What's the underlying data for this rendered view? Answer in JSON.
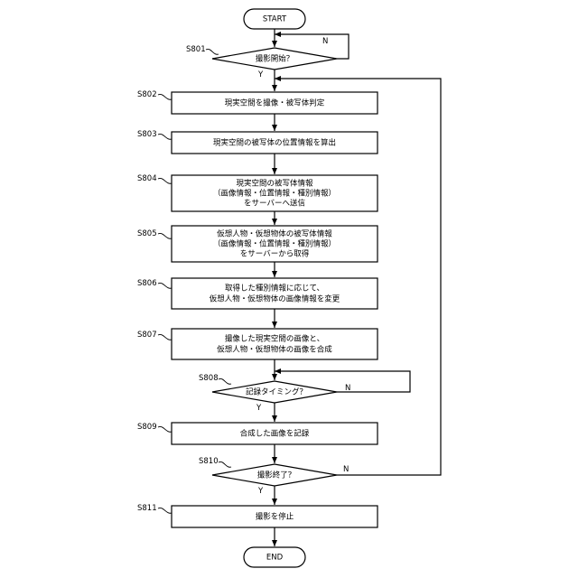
{
  "terminals": {
    "start": "START",
    "end": "END"
  },
  "steps": [
    {
      "label": "S801",
      "kind": "decision",
      "lines": [
        "撮影開始？"
      ],
      "yes": "Y",
      "no": "N"
    },
    {
      "label": "S802",
      "kind": "process",
      "lines": [
        "現実空間を撮像・被写体判定"
      ]
    },
    {
      "label": "S803",
      "kind": "process",
      "lines": [
        "現実空間の被写体の位置情報を算出"
      ]
    },
    {
      "label": "S804",
      "kind": "process",
      "lines": [
        "現実空間の被写体情報",
        "（画像情報・位置情報・種別情報）",
        "をサーバーへ送信"
      ]
    },
    {
      "label": "S805",
      "kind": "process",
      "lines": [
        "仮想人物・仮想物体の被写体情報",
        "（画像情報・位置情報・種別情報）",
        "をサーバーから取得"
      ]
    },
    {
      "label": "S806",
      "kind": "process",
      "lines": [
        "取得した種別情報に応じて、",
        "仮想人物・仮想物体の画像情報を変更"
      ]
    },
    {
      "label": "S807",
      "kind": "process",
      "lines": [
        "撮像した現実空間の画像と、",
        "仮想人物・仮想物体の画像を合成"
      ]
    },
    {
      "label": "S808",
      "kind": "decision",
      "lines": [
        "記録タイミング？"
      ],
      "yes": "Y",
      "no": "N"
    },
    {
      "label": "S809",
      "kind": "process",
      "lines": [
        "合成した画像を記録"
      ]
    },
    {
      "label": "S810",
      "kind": "decision",
      "lines": [
        "撮影終了？"
      ],
      "yes": "Y",
      "no": "N"
    },
    {
      "label": "S811",
      "kind": "process",
      "lines": [
        "撮影を停止"
      ]
    }
  ]
}
